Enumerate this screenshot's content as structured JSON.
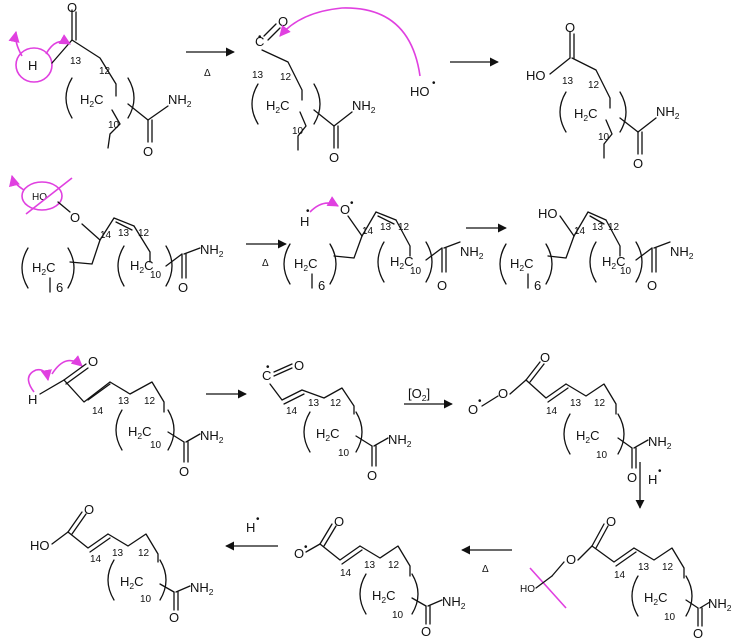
{
  "colors": {
    "ink": "#111111",
    "highlight": "#e040e0"
  },
  "labels": {
    "h": "H",
    "ho_radical": "HO",
    "ho": "HO",
    "nh": "NH",
    "sub2": "2",
    "c": "C",
    "o": "O",
    "h2c": "H",
    "sub_c2": "2",
    "c_after": "C",
    "n6": "6",
    "n10": "10",
    "n12": "12",
    "n13": "13",
    "n14": "14",
    "delta": "Δ",
    "o2": "[O",
    "o2_sub": "2",
    "o2_close": "]",
    "dot": "•"
  }
}
